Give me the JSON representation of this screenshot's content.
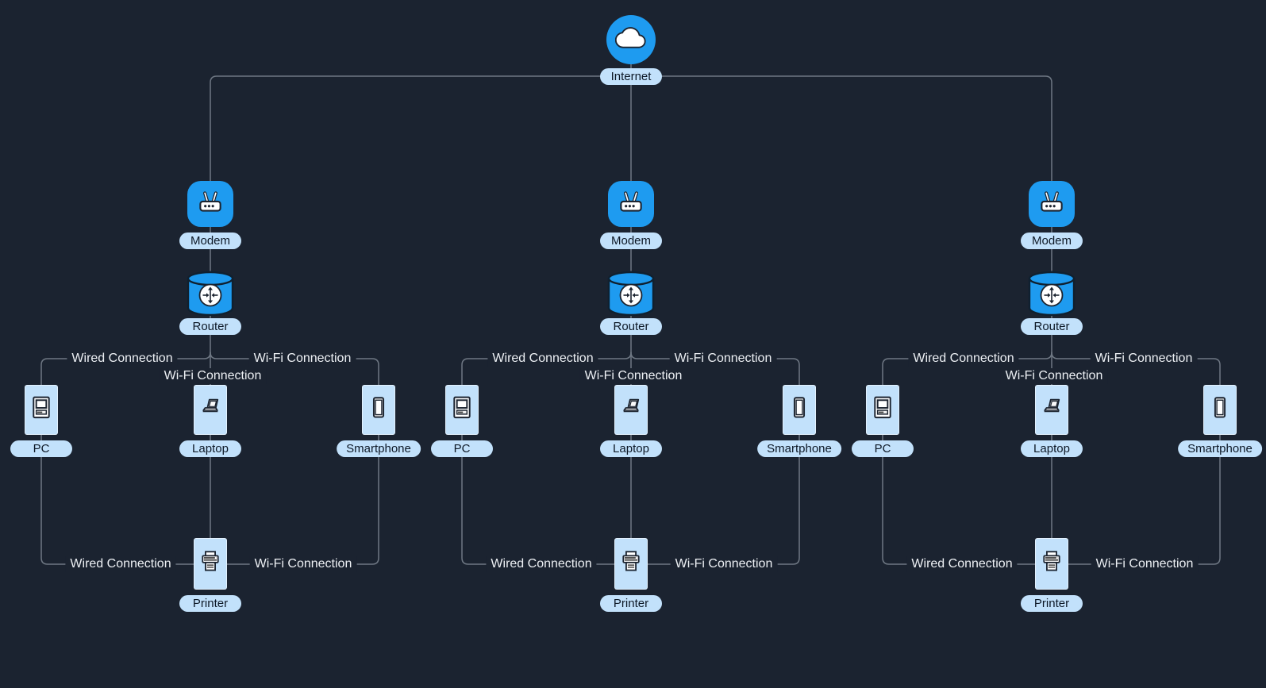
{
  "diagram": {
    "internet": {
      "label": "Internet",
      "icon": "cloud-icon"
    },
    "edge_label_values": {
      "wired": "Wired Connection",
      "wifi": "Wi-Fi Connection"
    },
    "branches": [
      {
        "modem": {
          "label": "Modem",
          "icon": "modem-icon"
        },
        "router": {
          "label": "Router",
          "icon": "router-arrows-icon"
        },
        "devices": {
          "pc": "PC",
          "laptop": "Laptop",
          "smartphone": "Smartphone",
          "printer": "Printer"
        },
        "edges": {
          "router_pc": "Wired Connection",
          "router_laptop": "Wi-Fi Connection",
          "router_smartphone": "Wi-Fi Connection",
          "pc_printer": "Wired Connection",
          "smartphone_printer": "Wi-Fi Connection"
        }
      },
      {
        "modem": {
          "label": "Modem",
          "icon": "modem-icon"
        },
        "router": {
          "label": "Router",
          "icon": "router-arrows-icon"
        },
        "devices": {
          "pc": "PC",
          "laptop": "Laptop",
          "smartphone": "Smartphone",
          "printer": "Printer"
        },
        "edges": {
          "router_pc": "Wired Connection",
          "router_laptop": "Wi-Fi Connection",
          "router_smartphone": "Wi-Fi Connection",
          "pc_printer": "Wired Connection",
          "smartphone_printer": "Wi-Fi Connection"
        }
      },
      {
        "modem": {
          "label": "Modem",
          "icon": "modem-icon"
        },
        "router": {
          "label": "Router",
          "icon": "router-arrows-icon"
        },
        "devices": {
          "pc": "PC",
          "laptop": "Laptop",
          "smartphone": "Smartphone",
          "printer": "Printer"
        },
        "edges": {
          "router_pc": "Wired Connection",
          "router_laptop": "Wi-Fi Connection",
          "router_smartphone": "Wi-Fi Connection",
          "pc_printer": "Wired Connection",
          "smartphone_printer": "Wi-Fi Connection"
        }
      }
    ],
    "colors": {
      "background": "#1B2330",
      "node_blue": "#1E9BF0",
      "node_light_blue": "#C2E1FB",
      "label_text": "#0D1826",
      "connector_line": "#6F7884",
      "edge_label_text": "#EDF0F4"
    }
  }
}
